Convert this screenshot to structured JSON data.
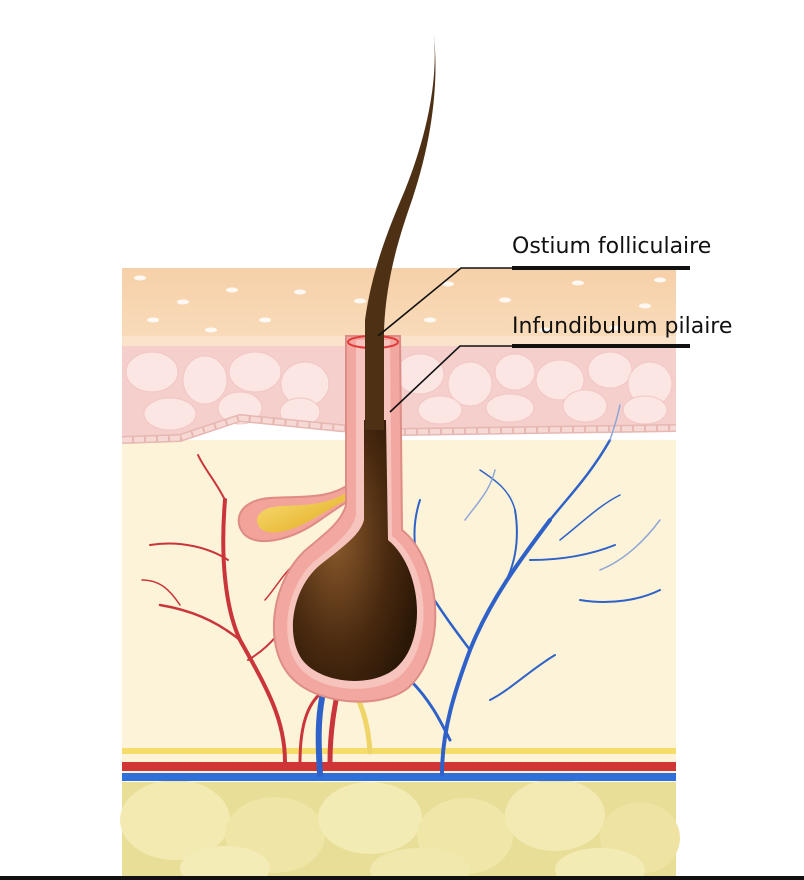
{
  "labels": {
    "ostium": "Ostium folliculaire",
    "infundibulum": "Infundibulum pilaire"
  },
  "colors": {
    "epidermis": "#f7d3aa",
    "basal_layer": "#f6d4d0",
    "dermis": "#fdf3d6",
    "hypodermis": "#f2e9a6",
    "hair": "#5a3618",
    "follicle_sheath": "#f3a8a0",
    "sebaceous_gland": "#f3cb42",
    "artery": "#d13636",
    "vein": "#2e6fd9",
    "leader_line": "#111111"
  },
  "icons": {
    "hair_follicle": "hair-follicle-diagram"
  }
}
